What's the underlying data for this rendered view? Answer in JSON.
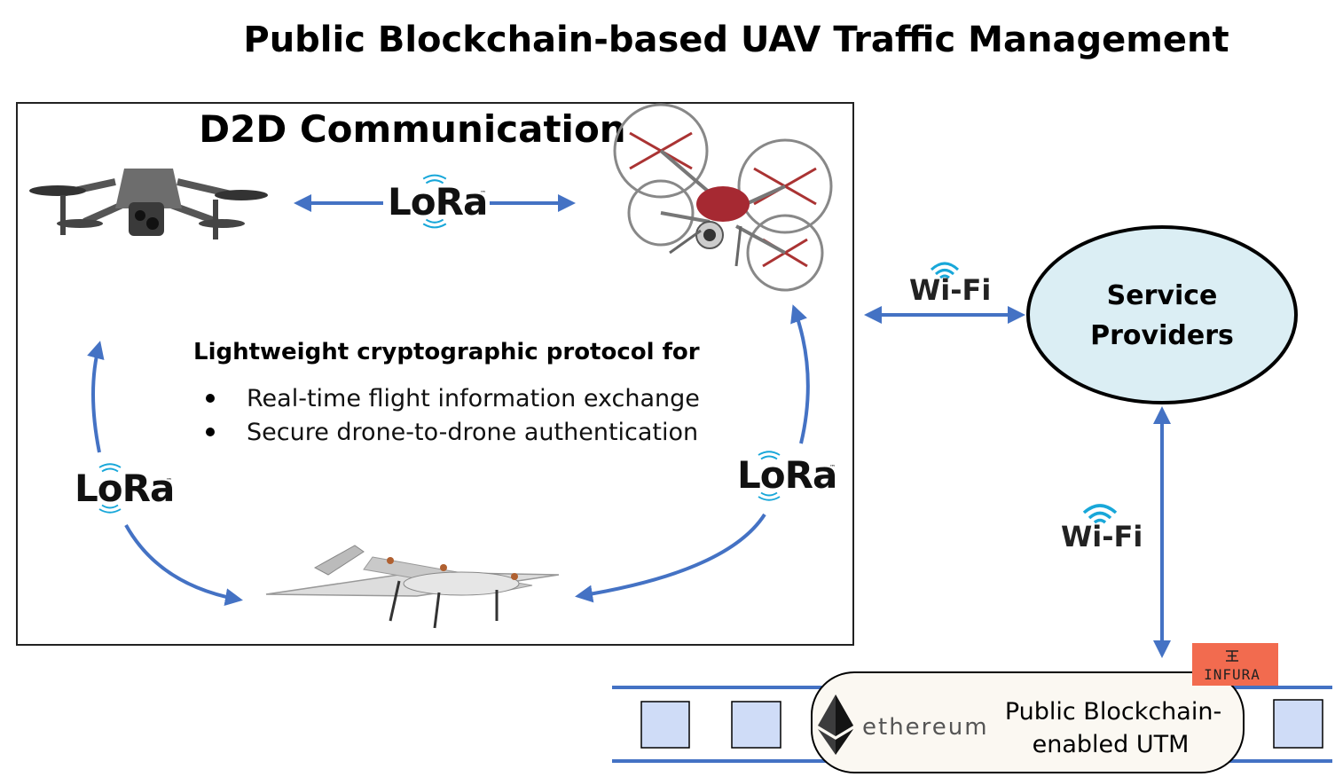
{
  "title": "Public Blockchain-based UAV Traffic Management",
  "d2d": {
    "heading": "D2D Communication",
    "protocol_heading": "Lightweight cryptographic protocol for",
    "bullets": [
      "Real-time flight information exchange",
      "Secure drone-to-drone authentication"
    ]
  },
  "lora": {
    "label": "LoRa",
    "tm": "™"
  },
  "wifi": {
    "label": "Wi-Fi"
  },
  "service_providers": {
    "line1": "Service",
    "line2": "Providers"
  },
  "blockchain": {
    "ethereum_label": "ethereum",
    "utm_line1": "Public Blockchain-",
    "utm_line2": "enabled UTM",
    "infura_label": "INFURA"
  },
  "colors": {
    "arrow": "#4472c4",
    "ellipse_fill": "#dbeef4",
    "block_fill": "#cfdcf7",
    "infura_bg": "#f26b4f",
    "chain_line": "#4472c4"
  }
}
